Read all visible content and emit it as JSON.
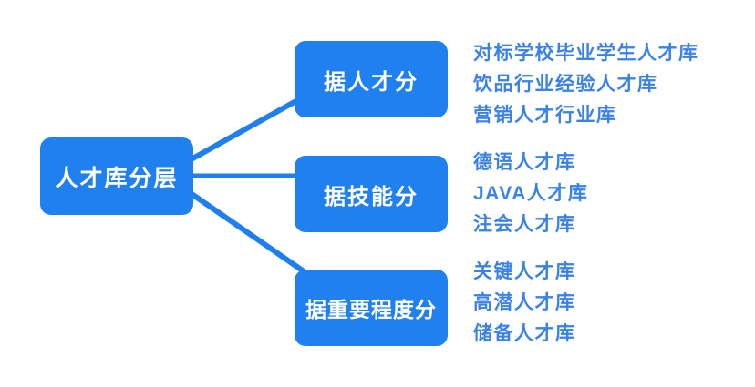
{
  "diagram": {
    "title_node": "人才库分层",
    "colors": {
      "node_fill": "#2180f0",
      "node_text": "#ffffff",
      "leaf_text": "#3a82e8",
      "connector": "#1f7ff0",
      "background": "#ffffff"
    },
    "branches": [
      {
        "label": "据人才分",
        "leaves": [
          "对标学校毕业学生人才库",
          "饮品行业经验人才库",
          "营销人才行业库"
        ]
      },
      {
        "label": "据技能分",
        "leaves": [
          "德语人才库",
          "JAVA人才库",
          "注会人才库"
        ]
      },
      {
        "label": "据重要程度分",
        "leaves": [
          "关键人才库",
          "高潜人才库",
          "储备人才库"
        ]
      }
    ]
  }
}
